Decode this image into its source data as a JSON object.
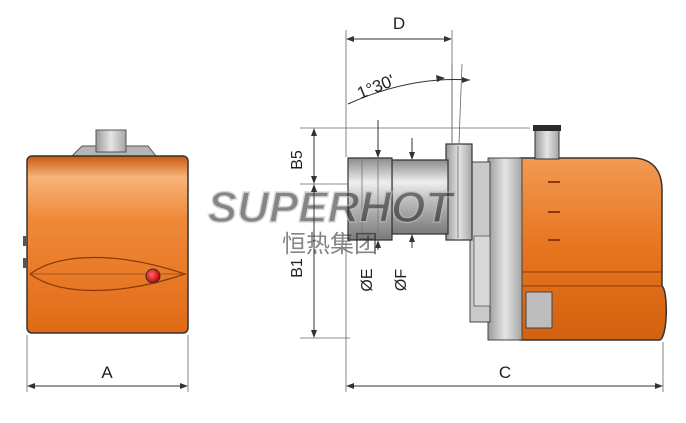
{
  "labels": {
    "A": "A",
    "B1": "B1",
    "B5": "B5",
    "C": "C",
    "D": "D",
    "E": "ØE",
    "F": "ØF",
    "angle": "1°30'"
  },
  "watermark": {
    "brand": "SUPERHOT",
    "chinese": "恒热集团"
  },
  "colors": {
    "body_orange": "#e8741e",
    "body_orange_dark": "#c95a10",
    "body_highlight": "#f7b47a",
    "metal_light": "#e6e6e6",
    "metal_mid": "#b9b9b9",
    "metal_dark": "#8c8c8c",
    "indicator_red": "#e01818",
    "watermark": "#c9c9c9"
  }
}
